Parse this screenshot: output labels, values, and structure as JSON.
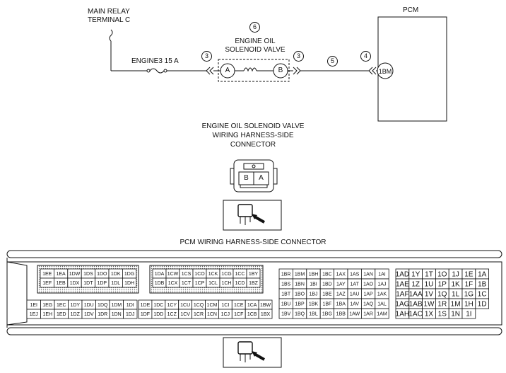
{
  "wiring": {
    "main_relay_label_1": "MAIN RELAY",
    "main_relay_label_2": "TERMINAL C",
    "fuse_label": "ENGINE3 15 A",
    "valve_label_1": "ENGINE OIL",
    "valve_label_2": "SOLENOID VALVE",
    "valve_pin_a": "A",
    "valve_pin_b": "B",
    "pcm_label": "PCM",
    "pcm_pin": "1BM",
    "callouts": [
      "3",
      "6",
      "3",
      "5",
      "4"
    ]
  },
  "valve_connector": {
    "title_1": "ENGINE OIL SOLENOID VALVE",
    "title_2": "WIRING HARNESS-SIDE",
    "title_3": "CONNECTOR",
    "pins": [
      "B",
      "A"
    ]
  },
  "pcm_connector": {
    "title": "PCM WIRING HARNESS-SIDE CONNECTOR",
    "block1_top": [
      [
        "1EE",
        "1EA",
        "1DW",
        "1DS",
        "1DO",
        "1DK",
        "1DG"
      ],
      [
        "1EF",
        "1EB",
        "1DX",
        "1DT",
        "1DP",
        "1DL",
        "1DH"
      ]
    ],
    "block2_top": [
      [
        "1DA",
        "1CW",
        "1CS",
        "1CO",
        "1CK",
        "1CG",
        "1CC",
        "1BY"
      ],
      [
        "1DB",
        "1CX",
        "1CT",
        "1CP",
        "1CL",
        "1CH",
        "1CD",
        "1BZ"
      ]
    ],
    "block1_bottom": [
      [
        "1EI",
        "1EG",
        "1EC",
        "1DY",
        "1DU",
        "1DQ",
        "1DM",
        "1DI"
      ],
      [
        "1EJ",
        "1EH",
        "1ED",
        "1DZ",
        "1DV",
        "1DR",
        "1DN",
        "1DJ"
      ]
    ],
    "block2_bottom": [
      [
        "1DE",
        "1DC",
        "1CY",
        "1CU",
        "1CQ",
        "1CM",
        "1CI",
        "1CE",
        "1CA",
        "1BW"
      ],
      [
        "1DF",
        "1DD",
        "1CZ",
        "1CV",
        "1CR",
        "1CN",
        "1CJ",
        "1CF",
        "1CB",
        "1BX"
      ]
    ],
    "block3": [
      [
        "1BR",
        "1BM",
        "1BH",
        "1BC",
        "1AX",
        "1AS",
        "1AN",
        "1AI"
      ],
      [
        "1BS",
        "1BN",
        "1BI",
        "1BD",
        "1AY",
        "1AT",
        "1AO",
        "1AJ"
      ],
      [
        "1BT",
        "1BO",
        "1BJ",
        "1BE",
        "1AZ",
        "1AU",
        "1AP",
        "1AK"
      ],
      [
        "1BU",
        "1BP",
        "1BK",
        "1BF",
        "1BA",
        "1AV",
        "1AQ",
        "1AL"
      ],
      [
        "1BV",
        "1BQ",
        "1BL",
        "1BG",
        "1BB",
        "1AW",
        "1AR",
        "1AM"
      ]
    ],
    "block4": [
      [
        "1AD",
        "1Y",
        "1T",
        "1O",
        "1J",
        "1E",
        "1A"
      ],
      [
        "1AE",
        "1Z",
        "1U",
        "1P",
        "1K",
        "1F",
        "1B"
      ],
      [
        "1AF",
        "1AA",
        "1V",
        "1Q",
        "1L",
        "1G",
        "1C"
      ],
      [
        "1AG",
        "1AB",
        "1W",
        "1R",
        "1M",
        "1H",
        "1D"
      ],
      [
        "1AH",
        "1AC",
        "1X",
        "1S",
        "1N",
        "1I"
      ]
    ]
  }
}
